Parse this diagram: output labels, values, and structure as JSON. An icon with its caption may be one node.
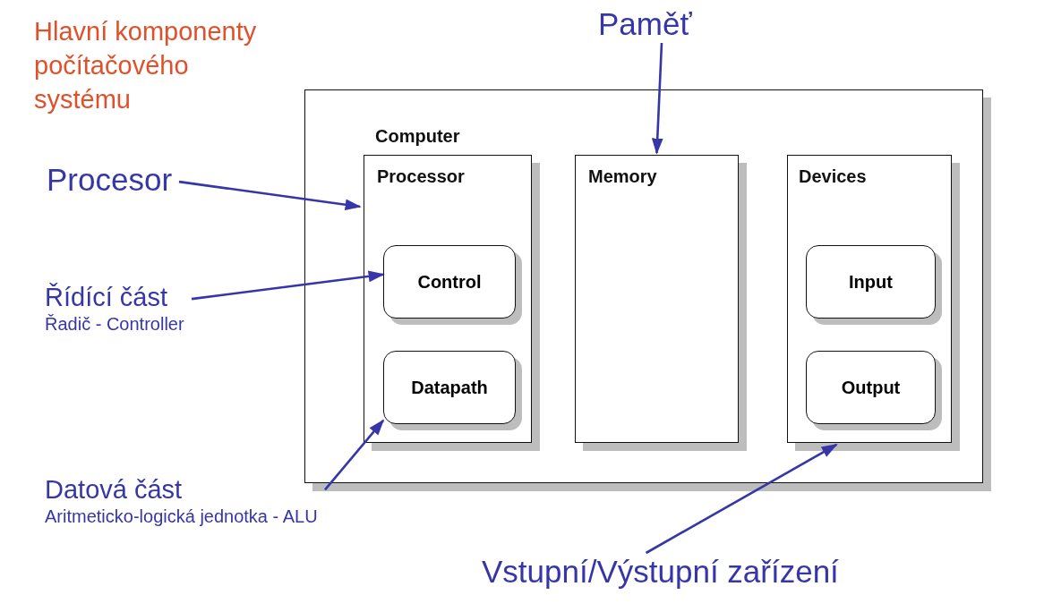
{
  "diagram": {
    "title": "Hlavní komponenty počítačového systému",
    "nodes": [
      {
        "text": [
          "Computer"
        ]
      },
      {
        "text": [
          "Processor"
        ],
        "in": 0
      },
      {
        "text": [
          "Control"
        ],
        "in": 1
      },
      {
        "text": [
          "Datapath"
        ],
        "in": 1
      },
      {
        "text": [
          "Memory"
        ],
        "in": 0
      },
      {
        "text": [
          "Devices"
        ],
        "in": 0
      },
      {
        "text": [
          "Input"
        ],
        "in": 5
      },
      {
        "text": [
          "Output"
        ],
        "in": 5
      },
      {
        "text": [
          "Procesor"
        ]
      },
      {
        "text": [
          "Paměť"
        ]
      },
      {
        "text": [
          "Řídící část",
          "Řadič - Controller"
        ]
      },
      {
        "text": [
          "Datová část",
          "Aritmeticko-logická jednotka - ALU"
        ]
      },
      {
        "text": [
          "Vstupní/Výstupní zařízení"
        ]
      }
    ],
    "edges": [
      {
        "from": 8,
        "to": 1,
        "arrow": "to"
      },
      {
        "from": 9,
        "to": 4,
        "arrow": "to"
      },
      {
        "from": 10,
        "to": 2,
        "arrow": "to"
      },
      {
        "from": 11,
        "to": 3,
        "arrow": "to"
      },
      {
        "from": 12,
        "to": 5,
        "arrow": "to"
      }
    ]
  }
}
